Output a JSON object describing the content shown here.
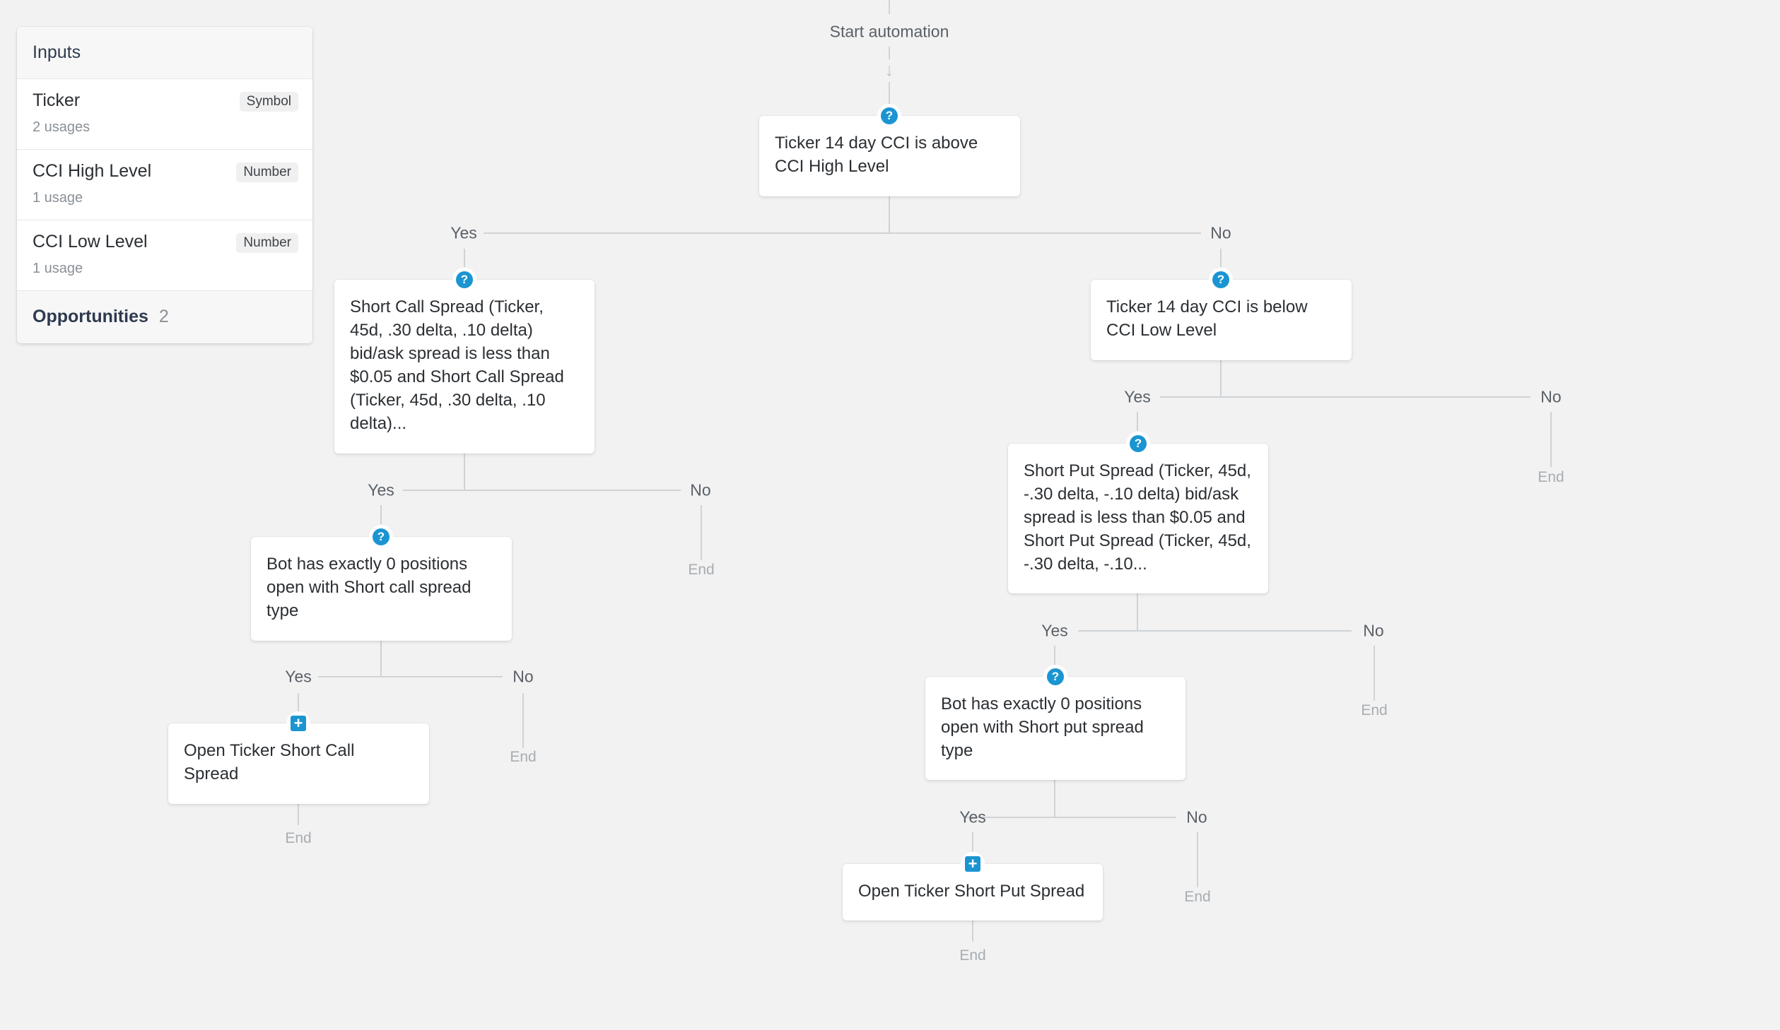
{
  "inputs_panel": {
    "title": "Inputs",
    "items": [
      {
        "name": "Ticker",
        "usage": "2 usages",
        "type": "Symbol"
      },
      {
        "name": "CCI High Level",
        "usage": "1 usage",
        "type": "Number"
      },
      {
        "name": "CCI Low Level",
        "usage": "1 usage",
        "type": "Number"
      }
    ],
    "opportunities": {
      "label": "Opportunities",
      "count": "2"
    }
  },
  "flow": {
    "start_label": "Start automation",
    "yes_label": "Yes",
    "no_label": "No",
    "end_label": "End",
    "nodes": {
      "cond_cci_above": "Ticker 14 day CCI is above CCI High Level",
      "cond_call_spread": "Short Call Spread (Ticker, 45d, .30 delta, .10 delta) bid/ask spread is less than $0.05 and Short Call Spread (Ticker, 45d, .30 delta, .10 delta)...",
      "cond_call_positions": "Bot has exactly 0 positions open with Short call spread type",
      "action_open_call": "Open Ticker Short Call Spread",
      "cond_cci_below": "Ticker 14 day CCI is below CCI Low Level",
      "cond_put_spread": "Short Put Spread (Ticker, 45d, -.30 delta, -.10 delta) bid/ask spread is less than $0.05 and Short Put Spread (Ticker, 45d, -.30 delta, -.10...",
      "cond_put_positions": "Bot has exactly 0 positions open with Short put spread type",
      "action_open_put": "Open Ticker Short Put Spread"
    }
  },
  "icons": {
    "condition": "question-icon",
    "action": "plus-icon",
    "accent": "#1b95d1"
  }
}
